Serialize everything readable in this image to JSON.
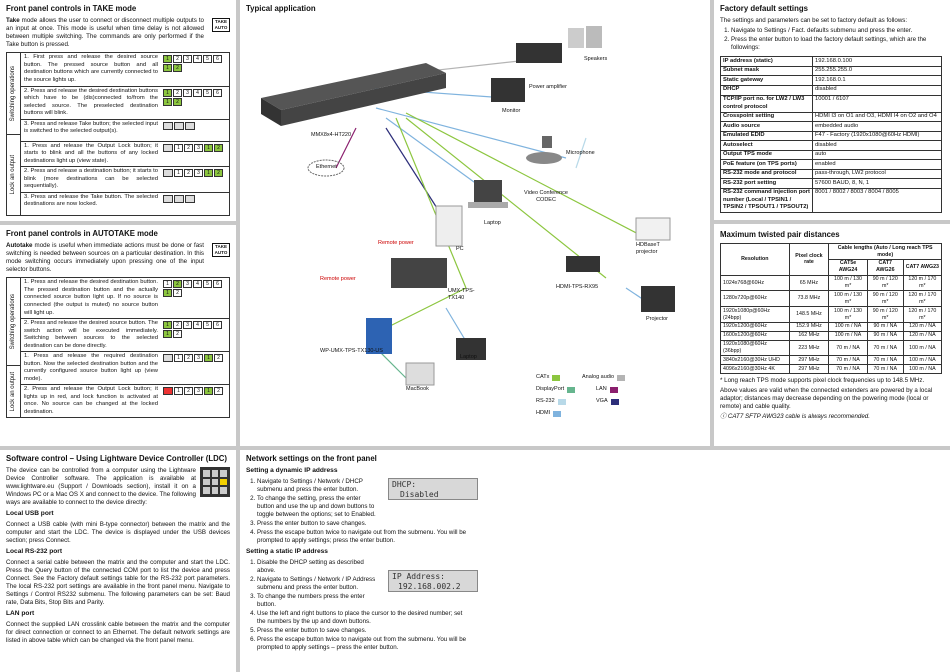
{
  "take": {
    "title": "Front panel controls in TAKE mode",
    "intro_bold": "Take",
    "intro": " mode allows the user to connect or disconnect multiple outputs to an input at once. This mode is useful when time delay is not allowed between multiple switching. The commands are only performed if the Take button is pressed.",
    "button_label": "TAKE AUTO",
    "side_switching": "Switching operations",
    "side_lock": "Lock an output",
    "steps": [
      "1. First press and release the desired source button. The pressed source button and all destination buttons which are currently connected to the source lights up.",
      "2. Press and release the desired destination buttons which have to be (dis)connected to/from the selected source. The preselected destination buttons will blink.",
      "3. Press and release Take button; the selected input is switched to the selected output(s).",
      "1. Press and release the Output Lock button; it starts to blink and all the buttons of any locked destinations light up (view state).",
      "2. Press and release a destination button; it starts to blink (more destinations can be selected sequentially).",
      "3. Press and release the Take button. The selected destinations are now locked."
    ]
  },
  "autotake": {
    "title": "Front panel controls in AUTOTAKE mode",
    "intro_bold": "Autotake",
    "intro": " mode is useful when immediate actions must be done or fast switching is needed between sources on a particular destination. In this mode switching occurs immediately upon pressing one of the input selector buttons.",
    "button_label": "TAKE AUTO",
    "side_switching": "Switching operations",
    "side_lock": "Lock an output",
    "steps": [
      "1. Press and release the desired destination button. The pressed destination button and the actually connected source button light up. If no source is connected (the output is muted) no source button will light up.",
      "2. Press and release the desired source button. The switch action will be executed immediately. Switching between sources to the selected destination can be done directly.",
      "1. Press and release the required destination button. Now the selected destination button and the currently configured source button light up (view mode).",
      "2. Press and release the Output Lock button; it lights up in red, and lock function is activated at once. No source can be changed at the locked destination."
    ]
  },
  "typical": {
    "title": "Typical application",
    "labels": {
      "speakers": "Speakers",
      "power_amp": "Power amplifier",
      "monitor": "Monitor",
      "matrix": "MMX8x4-HT220",
      "ethernet": "Ethernet",
      "microphone": "Microphone",
      "vc_codec": "Video Conference CODEC",
      "laptop1": "Laptop",
      "pc": "PC",
      "remote1": "Remote power",
      "remote2": "Remote power",
      "umx": "UMX-TPS-TX140",
      "wp": "WP-UMX-TPS-TX130-US",
      "laptop2": "Laptop",
      "macbook": "MacBook",
      "rx": "HDMI-TPS-RX95",
      "hdbaset": "HDBaseT projector",
      "projector": "Projector"
    },
    "legend": [
      {
        "label": "CATx",
        "color": "#8cc63f"
      },
      {
        "label": "DisplayPort",
        "color": "#66b58e"
      },
      {
        "label": "RS-232",
        "color": "#b8d9e8"
      },
      {
        "label": "HDMI",
        "color": "#7fb3de"
      },
      {
        "label": "Analog audio",
        "color": "#b4b4b4"
      },
      {
        "label": "LAN",
        "color": "#8b1f6e"
      },
      {
        "label": "VGA",
        "color": "#2d2e7a"
      }
    ]
  },
  "factory": {
    "title": "Factory default settings",
    "intro": "The settings and parameters can be set to factory default as follows:",
    "steps": [
      "Navigate to Settings / Fact. defaults submenu and press the enter.",
      "Press the enter button to load the factory default settings, which are the followings:"
    ],
    "rows": [
      [
        "IP address (static)",
        "192.168.0.100"
      ],
      [
        "Subnet mask",
        "255.255.255.0"
      ],
      [
        "Static gateway",
        "192.168.0.1"
      ],
      [
        "DHCP",
        "disabled"
      ],
      [
        "TCP/IP port no. for LW2 / LW3 control protocol",
        "10001 / 6107"
      ],
      [
        "Crosspoint setting",
        "HDMI I3 on O1 and O3, HDMI I4 on O2 and O4"
      ],
      [
        "Audio source",
        "embedded audio"
      ],
      [
        "Emulated EDID",
        "F47 - Factory (1920x1080@60Hz HDMI)"
      ],
      [
        "Autoselect",
        "disabled"
      ],
      [
        "Output TPS mode",
        "auto"
      ],
      [
        "PoE feature (on TPS ports)",
        "enabled"
      ],
      [
        "RS-232 mode and protocol",
        "pass-through, LW2 protocol"
      ],
      [
        "RS-232 port setting",
        "57600 BAUD, 8, N, 1"
      ],
      [
        "RS-232 command injection port number (Local / TPSIN1 / TPSIN2 / TPSOUT1 / TPSOUT2)",
        "8001 / 8002 / 8003 / 8004 / 8005"
      ]
    ]
  },
  "twisted": {
    "title": "Maximum twisted pair distances",
    "header_resolution": "Resolution",
    "header_pixel": "Pixel clock rate",
    "header_cable": "Cable lengths (Auto / Long reach TPS mode)",
    "cols": [
      "CAT5e AWG24",
      "CAT7 AWG26",
      "CAT7 AWG23"
    ],
    "rows": [
      [
        "1024x768@60Hz",
        "65 MHz",
        "100 m / 130 m*",
        "90 m / 120 m*",
        "120 m / 170 m*"
      ],
      [
        "1280x720p@60Hz",
        "73.8 MHz",
        "100 m / 130 m*",
        "90 m / 120 m*",
        "120 m / 170 m*"
      ],
      [
        "1920x1080p@60Hz (24bpp)",
        "148.5 MHz",
        "100 m / 130 m*",
        "90 m / 120 m*",
        "120 m / 170 m*"
      ],
      [
        "1920x1200@60Hz",
        "152.9 MHz",
        "100 m / NA",
        "90 m / NA",
        "120 m / NA"
      ],
      [
        "1600x1200@60Hz",
        "162 MHz",
        "100 m / NA",
        "90 m / NA",
        "120 m / NA"
      ],
      [
        "1920x1080@60Hz (36bpp)",
        "223 MHz",
        "70 m / NA",
        "70 m / NA",
        "100 m / NA"
      ],
      [
        "3840x2160@30Hz UHD",
        "297 MHz",
        "70 m / NA",
        "70 m / NA",
        "100 m / NA"
      ],
      [
        "4096x2160@30Hz 4K",
        "297 MHz",
        "70 m / NA",
        "70 m / NA",
        "100 m / NA"
      ]
    ],
    "note1": "* Long reach TPS mode supports pixel clock frequencies up to 148.5 MHz.",
    "note2": "Above values are valid when the connected extenders are powered by a local adaptor; distances may decrease depending on the powering mode (local or remote) and cable quality.",
    "note3": "CAT7 SFTP AWG23 cable is always recommended."
  },
  "ldc": {
    "title": "Software control – Using Lightware Device Controller (LDC)",
    "intro": "The device can be controlled from a computer using the Lightware Device Controller software. The application is available at www.lightware.eu (Support / Downloads section), install it on a Windows PC or a Mac OS X and connect to the device. The following ways are available to connect to the device directly:",
    "usb_title": "Local USB port",
    "usb": "Connect a USB cable (with mini B-type connector) between the matrix and the computer and start the LDC. The device is displayed under the USB devices section; press Connect.",
    "rs_title": "Local RS-232 port",
    "rs": "Connect a serial cable between the matrix and the computer and start the LDC. Press the Query button of the connected COM port to list the device and press Connect. See the Factory default settings table for the RS-232 port parameters. The local RS-232 port settings are available in the front panel menu. Navigate to Settings / Control RS232 submenu. The following parameters can be set: Baud rate, Data Bits, Stop Bits and Parity.",
    "lan_title": "LAN port",
    "lan": "Connect the supplied LAN crosslink cable between the matrix and the computer for direct connection or connect to an Ethernet. The default network settings are listed in above table which can be changed via the front panel menu."
  },
  "network": {
    "title": "Network settings on the front panel",
    "dyn_title": "Setting a dynamic IP address",
    "dyn_steps": [
      "Navigate to Settings / Network / DHCP submenu and press the enter button.",
      "To change the setting, press the enter button and use the up and down buttons to toggle between the options; set to Enabled.",
      "Press the enter button to save changes.",
      "Press the escape button twice to navigate out from the submenu. You will be prompted to apply settings; press the enter button."
    ],
    "lcd1_line1": "DHCP:",
    "lcd1_line2": "Disabled",
    "static_title": "Setting a static IP address",
    "static_steps": [
      "Disable the DHCP setting as described above.",
      "Navigate to Settings / Network / IP Address submenu and press the enter button.",
      "To change the numbers press the enter button.",
      "Use the left and right buttons to place the cursor to the desired number; set the numbers by the up and down buttons.",
      "Press the enter button to save changes.",
      "Press the escape button twice to navigate out from the submenu. You will be prompted to apply settings – press the enter button."
    ],
    "lcd2_line1": "IP Address:",
    "lcd2_line2": "192.168.002.2"
  }
}
